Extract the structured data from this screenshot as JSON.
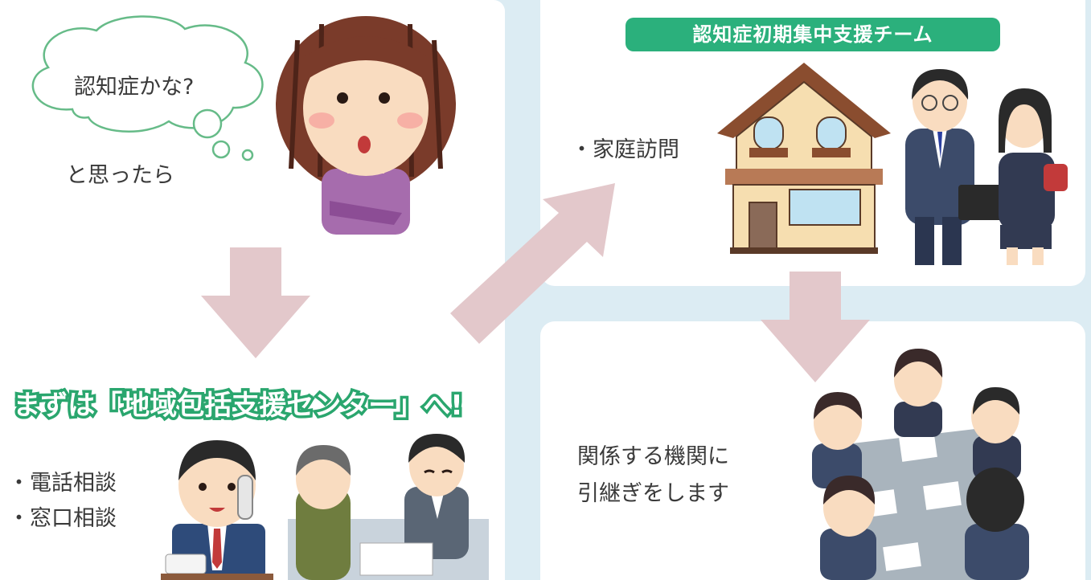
{
  "left": {
    "thought_bubble": "認知症かな?",
    "follow_text": "と思ったら",
    "banner": "まずは「地域包括支援センター」へ!",
    "consult_items": [
      "・電話相談",
      "・窓口相談"
    ]
  },
  "top_right": {
    "team_label": "認知症初期集中支援チーム",
    "home_visit": "・家庭訪問"
  },
  "bottom_right": {
    "handover_lines": [
      "関係する機関に",
      "引継ぎをします"
    ]
  },
  "colors": {
    "arrow": "#e3c8cb",
    "team_label_bg": "#2bb07c",
    "bubble_stroke": "#66bb88",
    "banner_fill": "#ffffff",
    "banner_stroke": "#2aa66e",
    "background": "#dcecf3"
  },
  "icons": [
    "thought-bubble-icon",
    "worried-woman-icon",
    "down-arrow-icon",
    "diagonal-arrow-icon",
    "house-icon",
    "care-team-walking-icon",
    "phone-consultation-icon",
    "counter-consultation-icon",
    "meeting-table-icon"
  ]
}
